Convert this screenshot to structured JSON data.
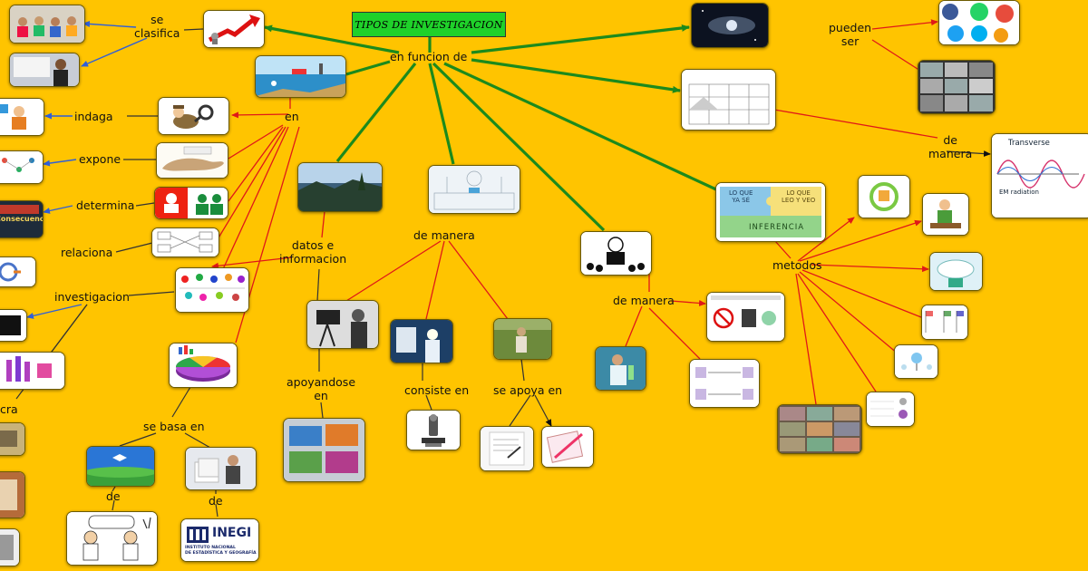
{
  "title": "TIPOS DE INVESTIGACION",
  "labels": {
    "en_funcion_de": "en funcion de",
    "se_clasifica": "se\nclasifica",
    "en": "en",
    "indaga": "indaga",
    "expone": "expone",
    "determina": "determina",
    "relaciona": "relaciona",
    "investigacion": "investigacion",
    "cra": "cra",
    "datos_informacion": "datos e\ninformacion",
    "se_basa_en": "se basa en",
    "de_1": "de",
    "de_2": "de",
    "de_manera_1": "de manera",
    "apoyandose_en": "apoyandose\nen",
    "consiste_en": "consiste en",
    "se_apoya_en": "se apoya en",
    "de_manera_2": "de manera",
    "metodos": "metodos",
    "pueden_ser": "pueden\nser",
    "de_manera_3": "de\nmanera"
  },
  "image_text": {
    "consecuencia": "Consecuencia",
    "lo_que_ya_se": "LO QUE\nYA SÉ",
    "lo_que_leo_y_veo": "LO QUE\nLEO Y VEO",
    "inferencia": "INFERENCIA",
    "transverse": "Transverse",
    "em_radiation": "EM  radiation",
    "inegi": "INEGI",
    "inegi_sub": "INSTITUTO NACIONAL\nDE ESTADÍSTICA Y GEOGRAFÍA"
  },
  "colors": {
    "background": "#ffc400",
    "title_box": "#1fd12a",
    "arrow_green": "#1c8a1c",
    "arrow_red": "#e01818",
    "arrow_blue": "#2f5fd8",
    "line_dark": "#3a3a3a"
  }
}
